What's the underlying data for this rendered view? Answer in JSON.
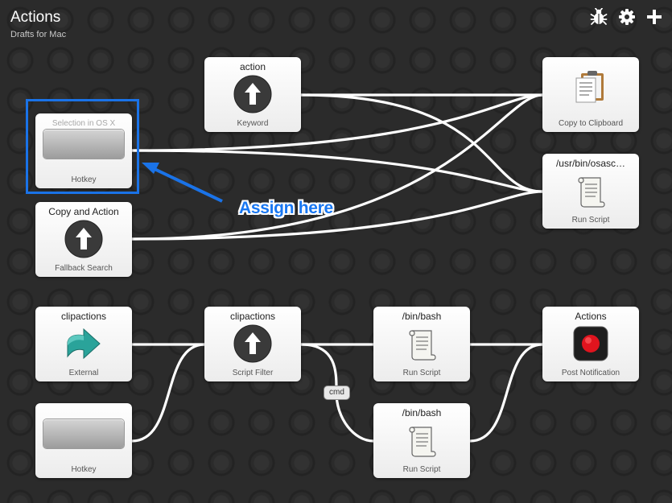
{
  "header": {
    "title": "Actions",
    "subtitle": "Drafts for Mac",
    "icons": [
      "bug-icon",
      "gear-icon",
      "plus-icon"
    ]
  },
  "annotation": {
    "text": "Assign here",
    "color": "#1877f2"
  },
  "connection_label": "cmd",
  "nodes": {
    "keyword_action": {
      "title": "action",
      "subtitle": "Keyword",
      "icon": "up-arrow-icon"
    },
    "hotkey_selection": {
      "title": "Selection in OS X",
      "subtitle": "Hotkey"
    },
    "fallback_search": {
      "title": "Copy and Action",
      "subtitle": "Fallback Search",
      "icon": "up-arrow-icon"
    },
    "copy_to_clipboard": {
      "title": "",
      "subtitle": "Copy to Clipboard",
      "icon": "clipboard-icon"
    },
    "osascript": {
      "title": "/usr/bin/osasc…",
      "subtitle": "Run Script",
      "icon": "script-scroll-icon"
    },
    "external": {
      "title": "clipactions",
      "subtitle": "External",
      "icon": "teal-arrow-icon"
    },
    "hotkey_2": {
      "title": "",
      "subtitle": "Hotkey"
    },
    "script_filter": {
      "title": "clipactions",
      "subtitle": "Script Filter",
      "icon": "up-arrow-icon"
    },
    "bash_1": {
      "title": "/bin/bash",
      "subtitle": "Run Script",
      "icon": "script-scroll-icon"
    },
    "bash_2": {
      "title": "/bin/bash",
      "subtitle": "Run Script",
      "icon": "script-scroll-icon"
    },
    "post_notification": {
      "title": "Actions",
      "subtitle": "Post Notification",
      "icon": "record-icon"
    }
  },
  "colors": {
    "selection_box": "#1a73e8",
    "wire": "#ffffff",
    "background": "#2b2b2b"
  }
}
